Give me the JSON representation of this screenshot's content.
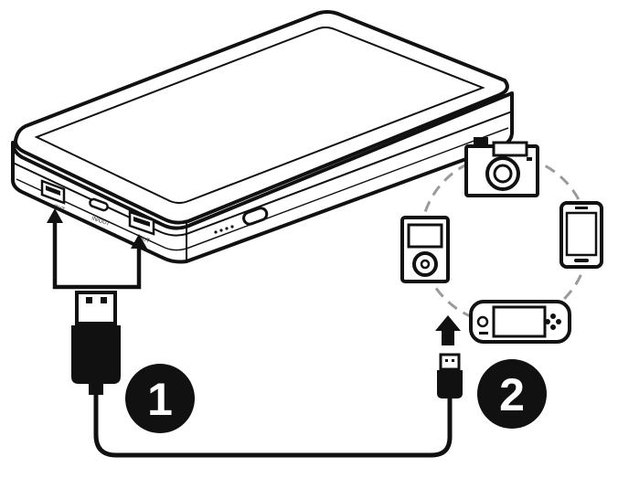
{
  "diagram": {
    "colors": {
      "ink": "#111111",
      "dash": "#9a9a9a",
      "paper": "#ffffff"
    },
    "steps": [
      {
        "number": "1"
      },
      {
        "number": "2"
      }
    ],
    "power_bank": {
      "ports": [
        {
          "label": "OUT"
        },
        {
          "label": "IN/OUT"
        },
        {
          "label": "OUT"
        }
      ]
    },
    "devices": [
      {
        "icon": "camera-icon"
      },
      {
        "icon": "smartphone-icon"
      },
      {
        "icon": "handheld-game-console-icon"
      },
      {
        "icon": "mp3-player-icon"
      }
    ]
  }
}
